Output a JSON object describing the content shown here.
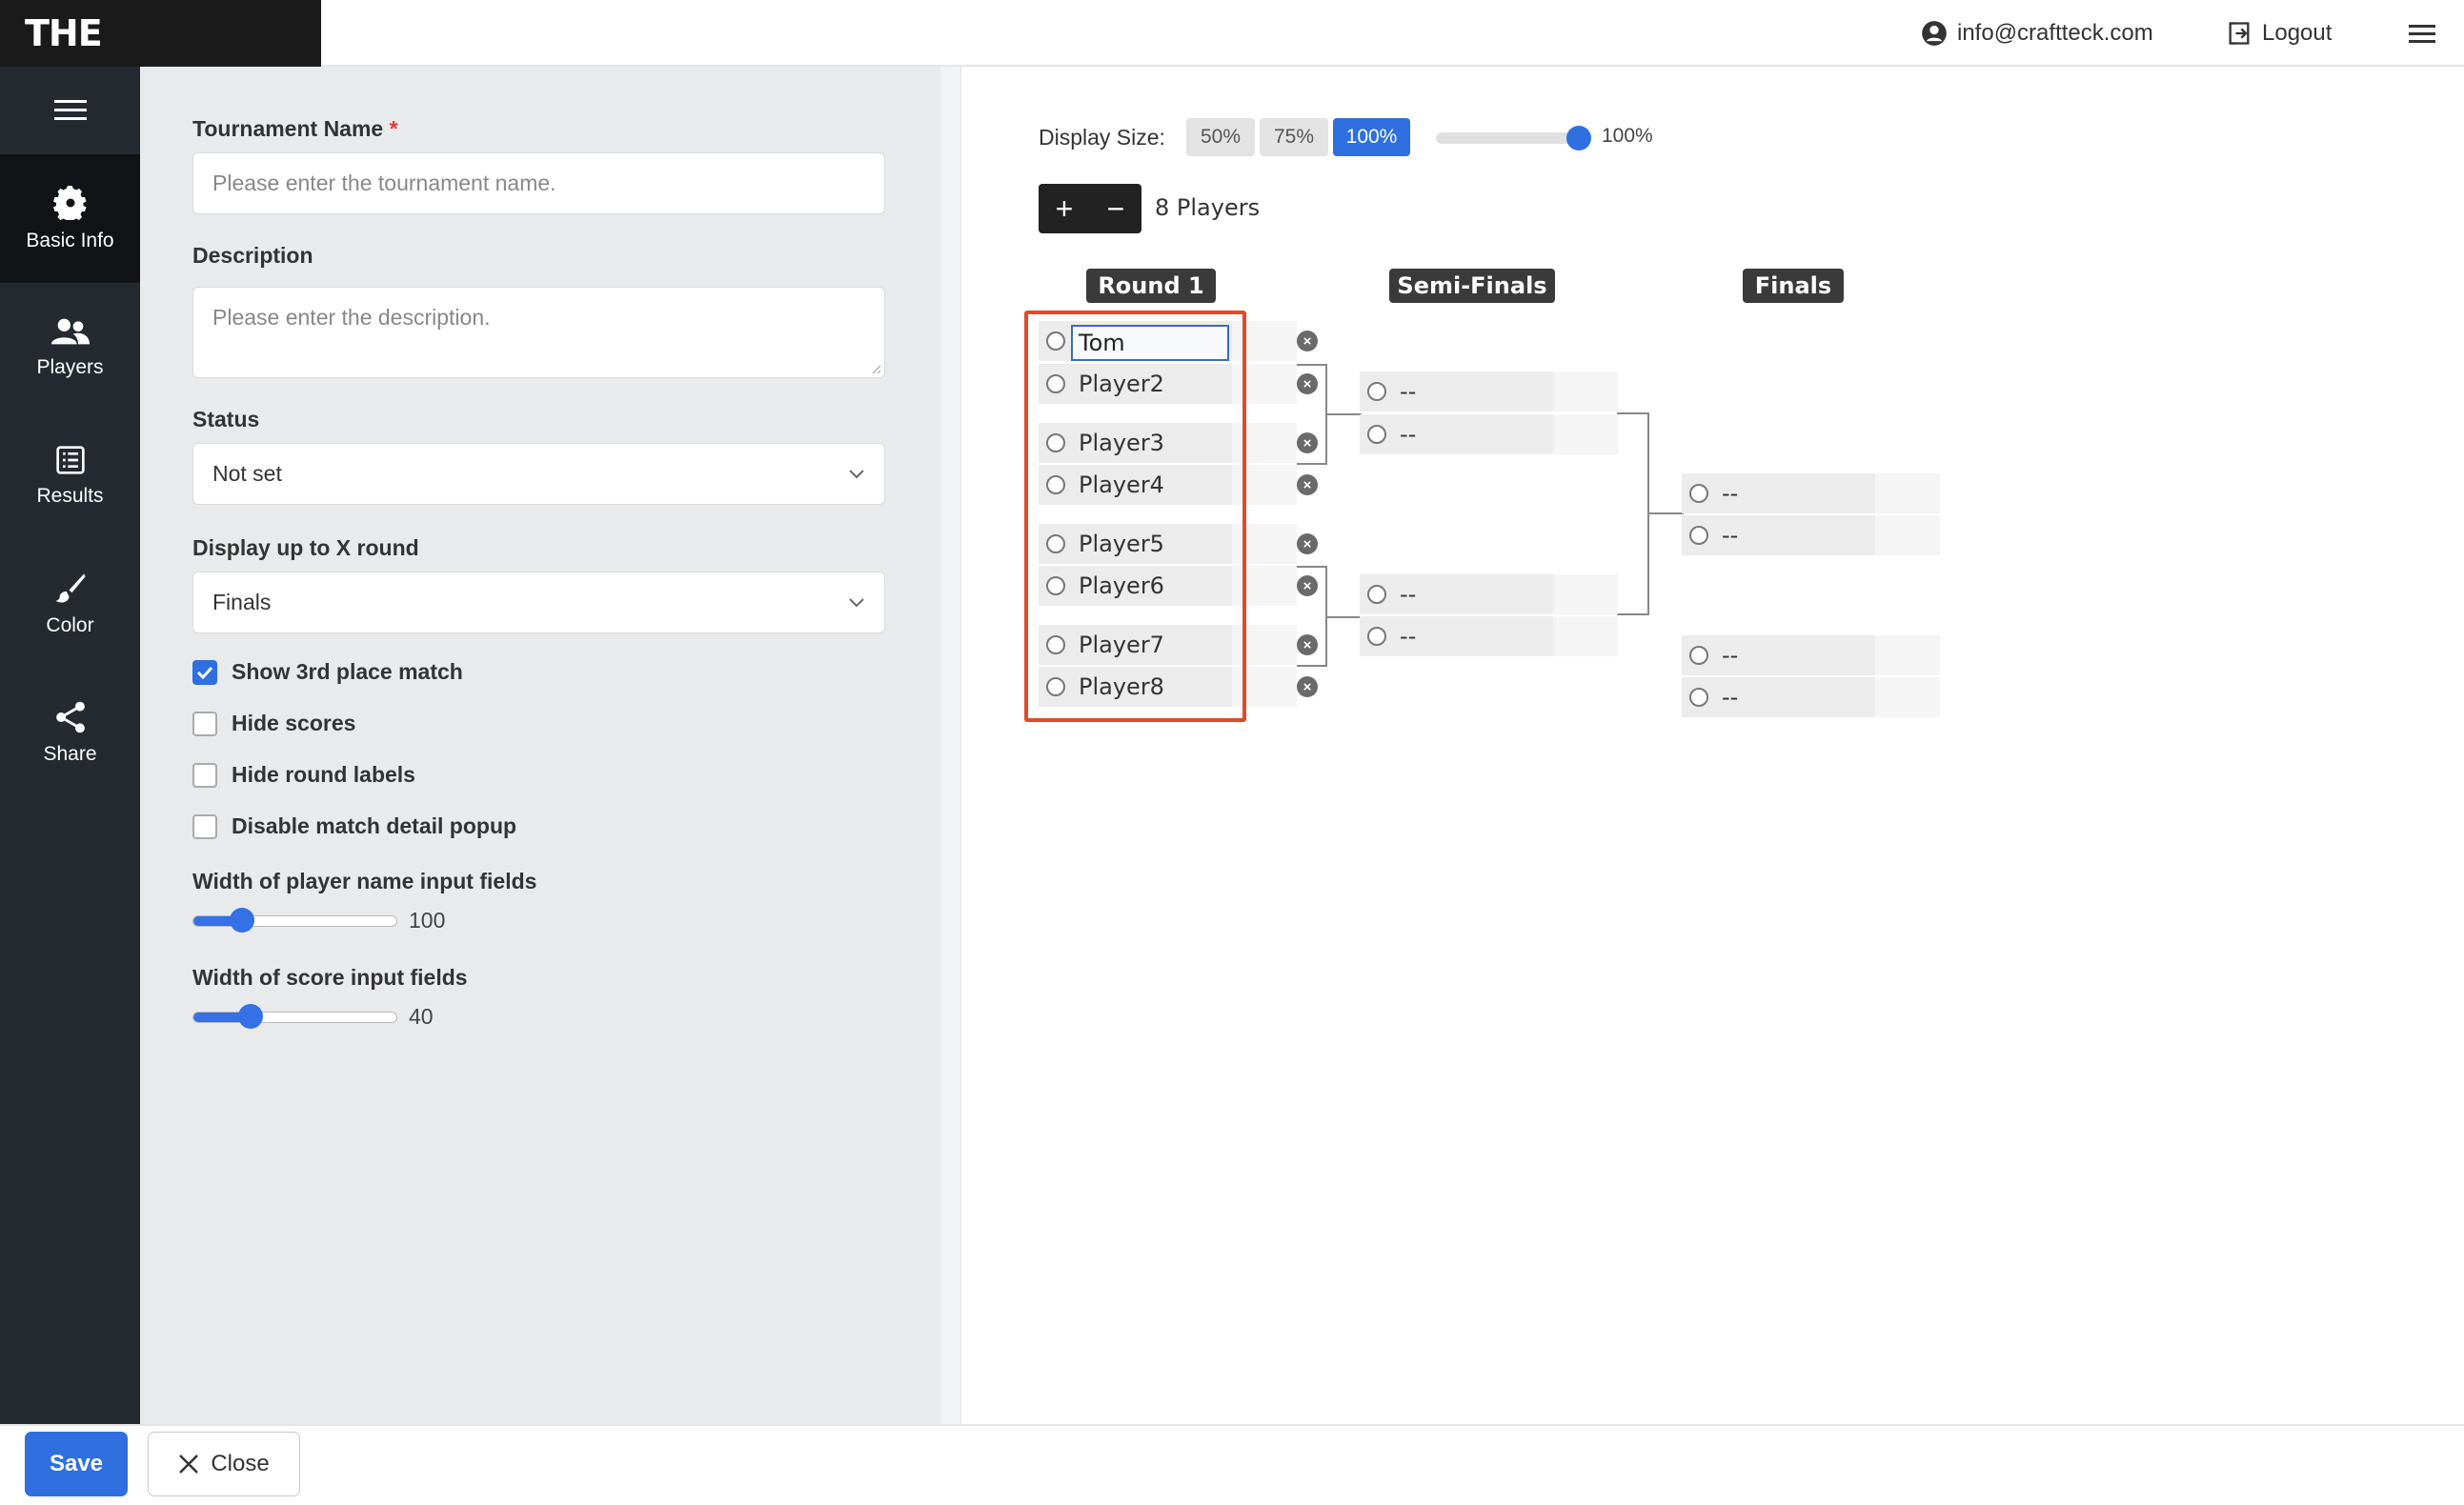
{
  "app": {
    "title": "THE TOURNAMENT"
  },
  "topbar": {
    "email": "info@craftteck.com",
    "logout": "Logout"
  },
  "sidebar": {
    "items": [
      {
        "label": "Basic Info",
        "icon": "gear-icon",
        "active": true
      },
      {
        "label": "Players",
        "icon": "users-icon"
      },
      {
        "label": "Results",
        "icon": "list-icon"
      },
      {
        "label": "Color",
        "icon": "brush-icon"
      },
      {
        "label": "Share",
        "icon": "share-icon"
      }
    ]
  },
  "form": {
    "name_label": "Tournament Name",
    "name_required": "*",
    "name_placeholder": "Please enter the tournament name.",
    "desc_label": "Description",
    "desc_placeholder": "Please enter the description.",
    "status_label": "Status",
    "status_value": "Not set",
    "round_label": "Display up to X round",
    "round_value": "Finals",
    "checkboxes": [
      {
        "label": "Show 3rd place match",
        "checked": true
      },
      {
        "label": "Hide scores",
        "checked": false
      },
      {
        "label": "Hide round labels",
        "checked": false
      },
      {
        "label": "Disable match detail popup",
        "checked": false
      }
    ],
    "name_width_label": "Width of player name input fields",
    "name_width_value": "100",
    "name_width_fraction": 0.24,
    "score_width_label": "Width of score input fields",
    "score_width_value": "40",
    "score_width_fraction": 0.28
  },
  "display": {
    "label": "Display Size:",
    "options": [
      "50%",
      "75%",
      "100%"
    ],
    "selected": "100%",
    "slider_value": "100%",
    "slider_fraction": 1.0
  },
  "bracket": {
    "players_count": "8 Players",
    "rounds": [
      "Round 1",
      "Semi-Finals",
      "Finals"
    ],
    "round1": [
      "Tom",
      "Player2",
      "Player3",
      "Player4",
      "Player5",
      "Player6",
      "Player7",
      "Player8"
    ],
    "placeholder": "--"
  },
  "actions": {
    "save": "Save",
    "close": "Close"
  }
}
